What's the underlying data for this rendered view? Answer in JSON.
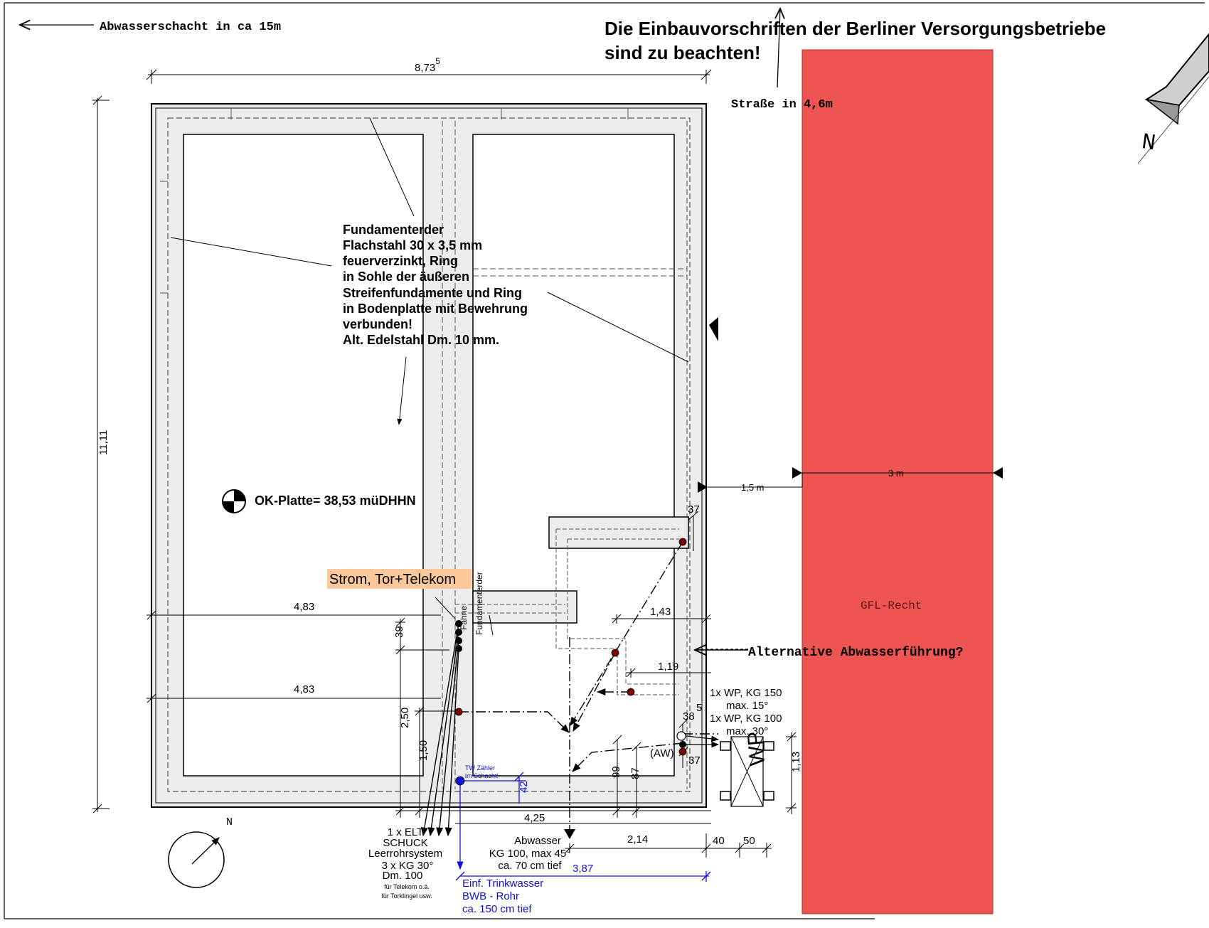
{
  "header": {
    "notice_line1": "Die Einbauvorschriften der Berliner Versorgungsbetriebe",
    "notice_line2": "sind zu beachten!",
    "sewer_shaft": "Abwasserschacht in ca 15m",
    "street": "Straße in 4,6m"
  },
  "compass": {
    "north_label": "N",
    "small_north_label": "N"
  },
  "dimensions": {
    "width_top": "8,73",
    "width_top_sup": "5",
    "height_left": "11,11",
    "d_483_a": "4,83",
    "d_483_b": "4,83",
    "d_39": "39",
    "d_250": "2,50",
    "d_150": "1,50",
    "d_42": "42",
    "d_425": "4,25",
    "d_143": "1,43",
    "d_119": "1,19",
    "d_37_top": "37",
    "d_37_bottom": "37",
    "d_38": "38",
    "d_5": "5",
    "d_99": "99",
    "d_87": "87",
    "d_214": "2,14",
    "d_40": "40",
    "d_50": "50",
    "d_387": "3,87",
    "d_113": "1,13",
    "d_15m": "1,5 m",
    "d_3m": "3 m"
  },
  "annotations": {
    "foundation_earth": [
      "Fundamenterder",
      "Flachstahl 30 x 3,5 mm",
      "feuerverzinkt, Ring",
      "in Sohle der äußeren",
      "Streifenfundamente und Ring",
      "in Bodenplatte mit Bewehrung",
      "verbunden!",
      "Alt. Edelstahl Dm. 10 mm."
    ],
    "ok_platte": "OK-Platte= 38,53 müDHHN",
    "strom_label": "Strom, Tor+Telekom",
    "fahne_1": "Fahne",
    "fahne_2": "Fundamenterder",
    "gfl": "GFL-Recht",
    "alt_sewer": "Alternative Abwasserführung?",
    "wp_kg150_1": "1x WP, KG 150",
    "wp_kg150_2": "max. 15°",
    "wp_kg100_1": "1x WP, KG 100",
    "wp_kg100_2": "max. 30°",
    "aw": "(AW)",
    "wp_unit": "WP",
    "elt": [
      "1 x ELT",
      "SCHUCK",
      "Leerrohrsystem",
      "3 x KG 30°",
      "Dm. 100"
    ],
    "elt_small": [
      "für Telekom o.ä.",
      "für Torklingel usw."
    ],
    "abwasser": [
      "Abwasser",
      "KG 100, max 45°",
      "ca. 70 cm tief"
    ],
    "tw_zahler": [
      "TW Zähler",
      "im Schacht!"
    ],
    "trinkwasser": [
      "Einf. Trinkwasser",
      "BWB - Rohr",
      "ca. 150 cm tief"
    ]
  },
  "colors": {
    "easement_red": "#ee5451",
    "highlight_orange": "#fac89a",
    "water_blue": "#1010d8",
    "pipe_dot_red": "#7a0000",
    "wall_fill": "#ececec"
  }
}
